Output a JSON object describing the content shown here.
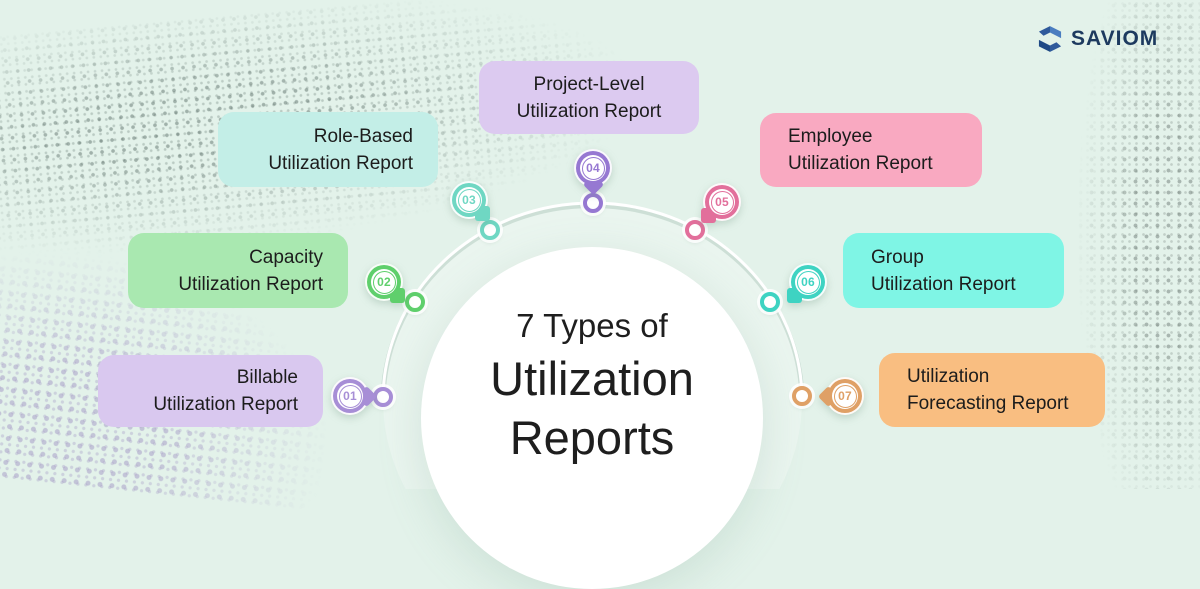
{
  "brand": {
    "name": "SAVIOM",
    "color": "#1d3a5f"
  },
  "background_color": "#e3f2ea",
  "center": {
    "line1": "7 Types of",
    "line2": "Utilization",
    "line3": "Reports"
  },
  "items": [
    {
      "num": "01",
      "line1": "Billable",
      "line2": "Utilization Report",
      "box_color": "#d9c8ef",
      "accent_color": "#a78ed6"
    },
    {
      "num": "02",
      "line1": "Capacity",
      "line2": "Utilization Report",
      "box_color": "#a9e8b0",
      "accent_color": "#5fcf6c"
    },
    {
      "num": "03",
      "line1": "Role-Based",
      "line2": "Utilization Report",
      "box_color": "#c3eee7",
      "accent_color": "#6fd7c3"
    },
    {
      "num": "04",
      "line1": "Project-Level",
      "line2": "Utilization Report",
      "box_color": "#dccaf0",
      "accent_color": "#9678d2"
    },
    {
      "num": "05",
      "line1": "Employee",
      "line2": "Utilization Report",
      "box_color": "#f9a9c1",
      "accent_color": "#e26f9b"
    },
    {
      "num": "06",
      "line1": "Group",
      "line2": "Utilization Report",
      "box_color": "#7ff5e5",
      "accent_color": "#3ed3c2"
    },
    {
      "num": "07",
      "line1": "Utilization",
      "line2": "Forecasting Report",
      "box_color": "#f9be81",
      "accent_color": "#dfa066"
    }
  ]
}
